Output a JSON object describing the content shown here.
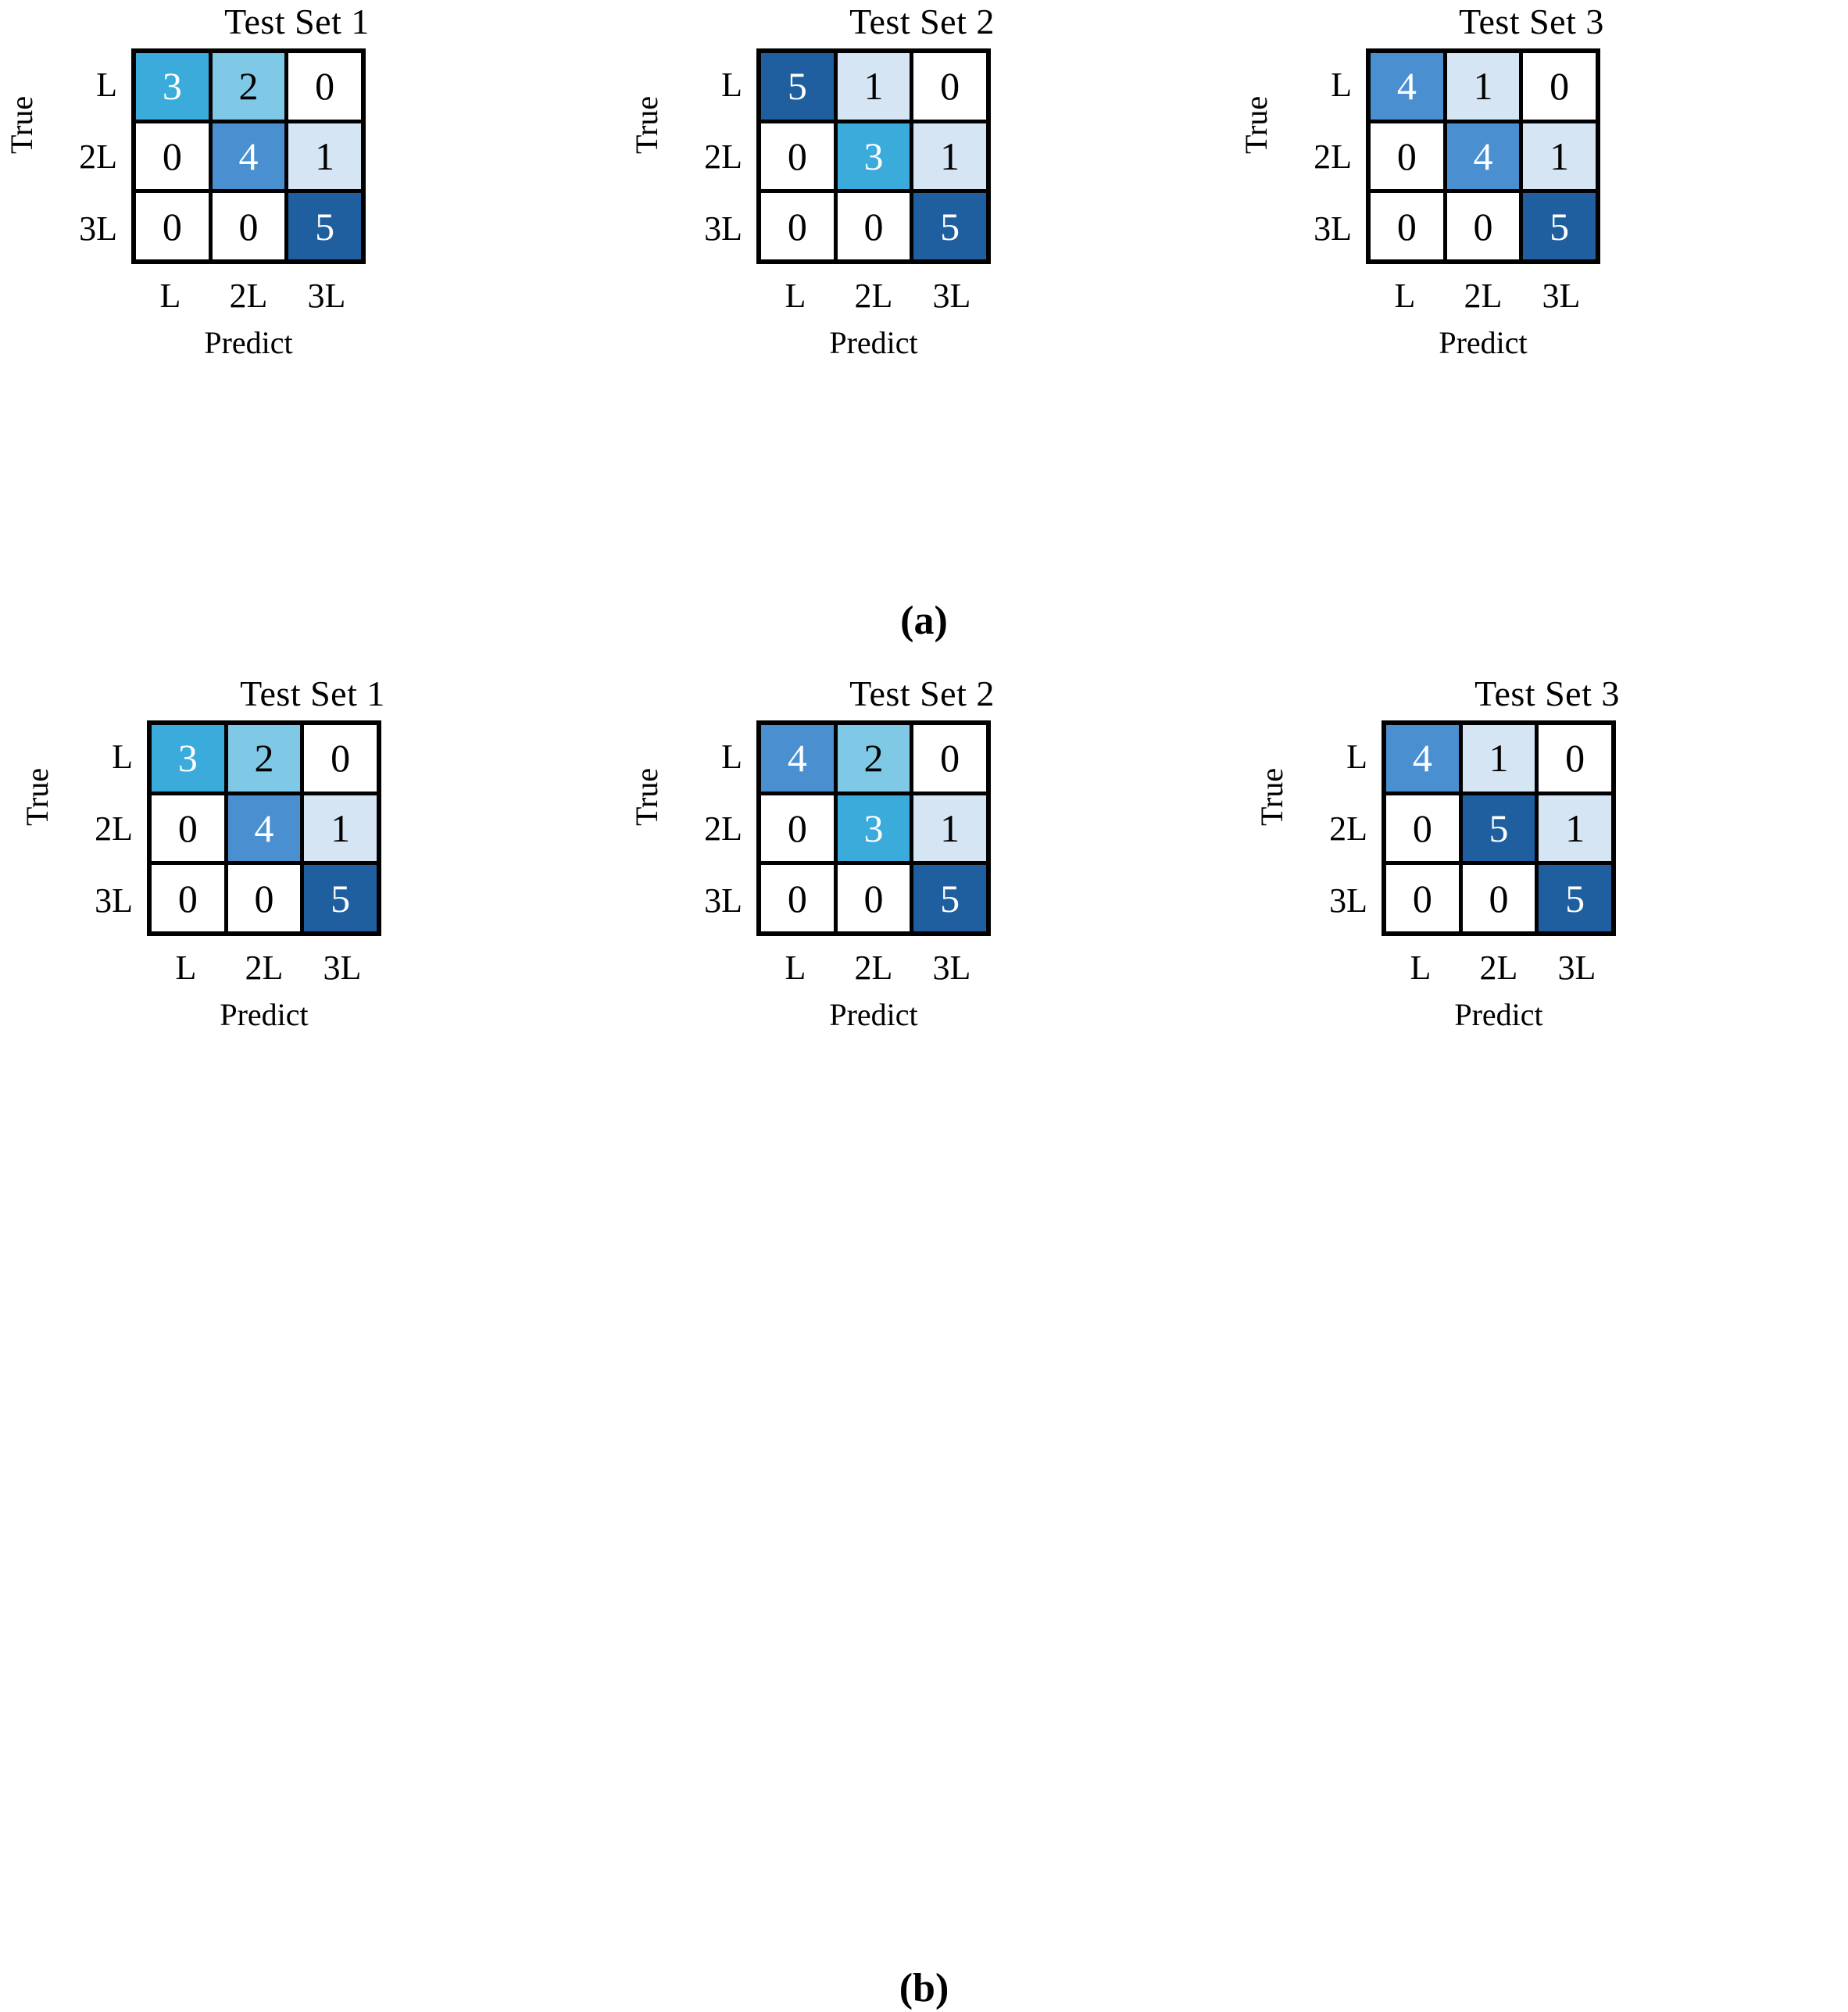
{
  "figure": {
    "panels": [
      {
        "key": "a",
        "label": "(a)",
        "matrices": [
          {
            "title": "Test Set 1",
            "ylabel": "True",
            "xlabel": "Predict",
            "yticks": [
              "L",
              "2L",
              "3L"
            ],
            "xticks": [
              "L",
              "2L",
              "3L"
            ],
            "values": [
              [
                3,
                2,
                0
              ],
              [
                0,
                4,
                1
              ],
              [
                0,
                0,
                5
              ]
            ]
          },
          {
            "title": "Test Set 2",
            "ylabel": "True",
            "xlabel": "Predict",
            "yticks": [
              "L",
              "2L",
              "3L"
            ],
            "xticks": [
              "L",
              "2L",
              "3L"
            ],
            "values": [
              [
                5,
                1,
                0
              ],
              [
                0,
                3,
                1
              ],
              [
                0,
                0,
                5
              ]
            ]
          },
          {
            "title": "Test Set 3",
            "ylabel": "True",
            "xlabel": "Predict",
            "yticks": [
              "L",
              "2L",
              "3L"
            ],
            "xticks": [
              "L",
              "2L",
              "3L"
            ],
            "values": [
              [
                4,
                1,
                0
              ],
              [
                0,
                4,
                1
              ],
              [
                0,
                0,
                5
              ]
            ]
          }
        ]
      },
      {
        "key": "b",
        "label": "(b)",
        "matrices": [
          {
            "title": "Test Set 1",
            "ylabel": "True",
            "xlabel": "Predict",
            "yticks": [
              "L",
              "2L",
              "3L"
            ],
            "xticks": [
              "L",
              "2L",
              "3L"
            ],
            "values": [
              [
                3,
                2,
                0
              ],
              [
                0,
                4,
                1
              ],
              [
                0,
                0,
                5
              ]
            ]
          },
          {
            "title": "Test Set 2",
            "ylabel": "True",
            "xlabel": "Predict",
            "yticks": [
              "L",
              "2L",
              "3L"
            ],
            "xticks": [
              "L",
              "2L",
              "3L"
            ],
            "values": [
              [
                4,
                2,
                0
              ],
              [
                0,
                3,
                1
              ],
              [
                0,
                0,
                5
              ]
            ]
          },
          {
            "title": "Test Set 3",
            "ylabel": "True",
            "xlabel": "Predict",
            "yticks": [
              "L",
              "2L",
              "3L"
            ],
            "xticks": [
              "L",
              "2L",
              "3L"
            ],
            "values": [
              [
                4,
                1,
                0
              ],
              [
                0,
                5,
                1
              ],
              [
                0,
                0,
                5
              ]
            ]
          }
        ]
      }
    ]
  },
  "colormap": {
    "name": "Blues",
    "vmin": 0,
    "vmax": 5,
    "levels": {
      "0": "#ffffff",
      "1": "#d6e5f4",
      "2": "#7fc9e6",
      "3": "#3aabdb",
      "4": "#4a90d0",
      "5": "#1f5fa0"
    },
    "text_color_dark_cell": "#ffffff",
    "text_color_light_cell": "#000000",
    "grid_line_color": "#000000"
  },
  "chart_data": [
    {
      "type": "heatmap",
      "title": "Test Set 1",
      "panel": "(a)",
      "xlabel": "Predict",
      "ylabel": "True",
      "categories": [
        "L",
        "2L",
        "3L"
      ],
      "rows": [
        "L",
        "2L",
        "3L"
      ],
      "values": [
        [
          3,
          2,
          0
        ],
        [
          0,
          4,
          1
        ],
        [
          0,
          0,
          5
        ]
      ],
      "zlim": [
        0,
        5
      ],
      "grid": true,
      "legend": "none"
    },
    {
      "type": "heatmap",
      "title": "Test Set 2",
      "panel": "(a)",
      "xlabel": "Predict",
      "ylabel": "True",
      "categories": [
        "L",
        "2L",
        "3L"
      ],
      "rows": [
        "L",
        "2L",
        "3L"
      ],
      "values": [
        [
          5,
          1,
          0
        ],
        [
          0,
          3,
          1
        ],
        [
          0,
          0,
          5
        ]
      ],
      "zlim": [
        0,
        5
      ],
      "grid": true,
      "legend": "none"
    },
    {
      "type": "heatmap",
      "title": "Test Set 3",
      "panel": "(a)",
      "xlabel": "Predict",
      "ylabel": "True",
      "categories": [
        "L",
        "2L",
        "3L"
      ],
      "rows": [
        "L",
        "2L",
        "3L"
      ],
      "values": [
        [
          4,
          1,
          0
        ],
        [
          0,
          4,
          1
        ],
        [
          0,
          0,
          5
        ]
      ],
      "zlim": [
        0,
        5
      ],
      "grid": true,
      "legend": "none"
    },
    {
      "type": "heatmap",
      "title": "Test Set 1",
      "panel": "(b)",
      "xlabel": "Predict",
      "ylabel": "True",
      "categories": [
        "L",
        "2L",
        "3L"
      ],
      "rows": [
        "L",
        "2L",
        "3L"
      ],
      "values": [
        [
          3,
          2,
          0
        ],
        [
          0,
          4,
          1
        ],
        [
          0,
          0,
          5
        ]
      ],
      "zlim": [
        0,
        5
      ],
      "grid": true,
      "legend": "none"
    },
    {
      "type": "heatmap",
      "title": "Test Set 2",
      "panel": "(b)",
      "xlabel": "Predict",
      "ylabel": "True",
      "categories": [
        "L",
        "2L",
        "3L"
      ],
      "rows": [
        "L",
        "2L",
        "3L"
      ],
      "values": [
        [
          4,
          2,
          0
        ],
        [
          0,
          3,
          1
        ],
        [
          0,
          0,
          5
        ]
      ],
      "zlim": [
        0,
        5
      ],
      "grid": true,
      "legend": "none"
    },
    {
      "type": "heatmap",
      "title": "Test Set 3",
      "panel": "(b)",
      "xlabel": "Predict",
      "ylabel": "True",
      "categories": [
        "L",
        "2L",
        "3L"
      ],
      "rows": [
        "L",
        "2L",
        "3L"
      ],
      "values": [
        [
          4,
          1,
          0
        ],
        [
          0,
          5,
          1
        ],
        [
          0,
          0,
          5
        ]
      ],
      "zlim": [
        0,
        5
      ],
      "grid": true,
      "legend": "none"
    }
  ]
}
